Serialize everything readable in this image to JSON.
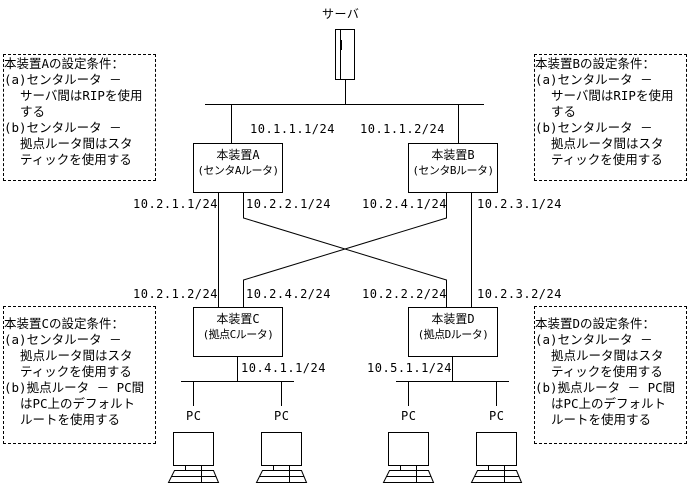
{
  "server": {
    "label": "サーバ"
  },
  "devices": {
    "A": {
      "name": "本装置A",
      "role": "(センタAルータ)"
    },
    "B": {
      "name": "本装置B",
      "role": "(センタBルータ)"
    },
    "C": {
      "name": "本装置C",
      "role": "(拠点Cルータ)"
    },
    "D": {
      "name": "本装置D",
      "role": "(拠点Dルータ)"
    }
  },
  "addresses": {
    "a_server": "10.1.1.1/24",
    "b_server": "10.1.1.2/24",
    "a_c": "10.2.1.1/24",
    "a_d": "10.2.2.1/24",
    "b_c": "10.2.4.1/24",
    "b_d": "10.2.3.1/24",
    "c_a": "10.2.1.2/24",
    "c_b": "10.2.4.2/24",
    "d_a": "10.2.2.2/24",
    "d_b": "10.2.3.2/24",
    "c_lan": "10.4.1.1/24",
    "d_lan": "10.5.1.1/24"
  },
  "pcs": [
    {
      "label": "PC"
    },
    {
      "label": "PC"
    },
    {
      "label": "PC"
    },
    {
      "label": "PC"
    }
  ],
  "conditions": {
    "A": [
      "本装置Aの設定条件：",
      "(a)センタルータ －",
      "サーバ間はRIPを使用",
      "する",
      "(b)センタルータ －",
      "拠点ルータ間はスタ",
      "ティックを使用する"
    ],
    "B": [
      "本装置Bの設定条件：",
      "(a)センタルータ －",
      "サーバ間はRIPを使用",
      "する",
      "(b)センタルータ －",
      "拠点ルータ間はスタ",
      "ティックを使用する"
    ],
    "C": [
      "本装置Cの設定条件：",
      "(a)センタルータ －",
      "拠点ルータ間はスタ",
      "ティックを使用する",
      "(b)拠点ルータ － PC間",
      "はPC上のデフォルト",
      "ルートを使用する"
    ],
    "D": [
      "本装置Dの設定条件：",
      "(a)センタルータ －",
      "拠点ルータ間はスタ",
      "ティックを使用する",
      "(b)拠点ルータ － PC間",
      "はPC上のデフォルト",
      "ルートを使用する"
    ]
  }
}
